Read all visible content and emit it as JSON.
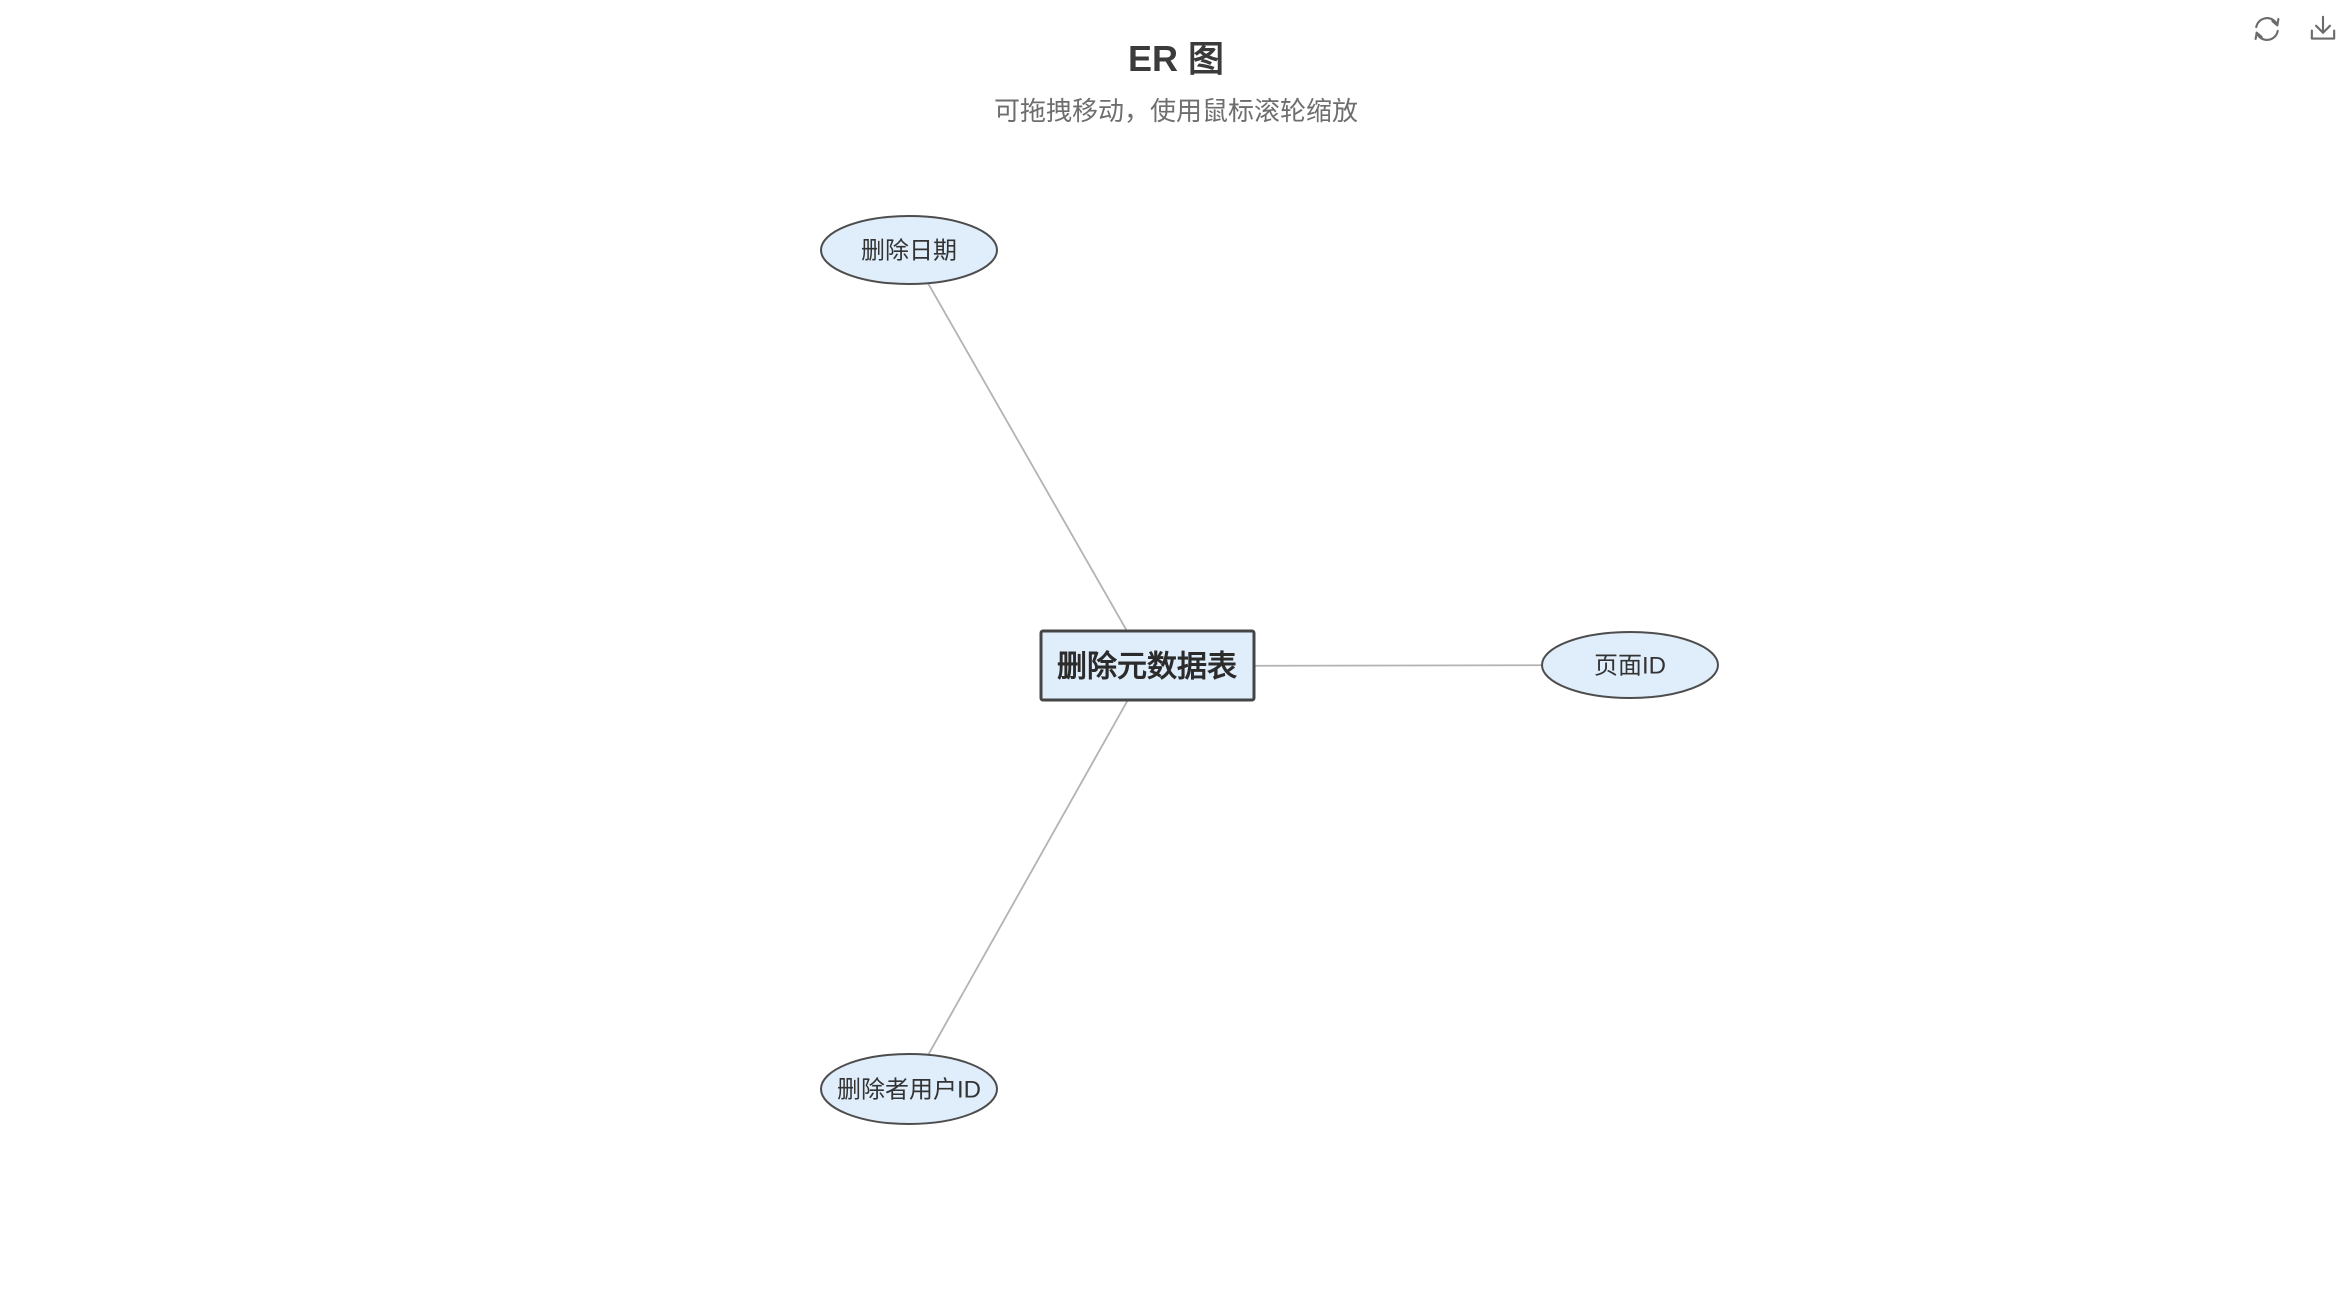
{
  "header": {
    "title": "ER 图",
    "subtitle": "可拖拽移动，使用鼠标滚轮缩放"
  },
  "toolbar": {
    "icons": [
      {
        "name": "refresh-icon"
      },
      {
        "name": "download-icon"
      }
    ]
  },
  "diagram": {
    "type": "entity-relationship",
    "entity": {
      "id": "delete-metadata-table",
      "label": "删除元数据表",
      "shape": "rectangle"
    },
    "attributes": [
      {
        "id": "delete-date",
        "label": "删除日期",
        "shape": "ellipse"
      },
      {
        "id": "page-id",
        "label": "页面ID",
        "shape": "ellipse"
      },
      {
        "id": "deleter-user-id",
        "label": "删除者用户ID",
        "shape": "ellipse"
      }
    ],
    "edges": [
      {
        "from": "delete-metadata-table",
        "to": "delete-date"
      },
      {
        "from": "delete-metadata-table",
        "to": "page-id"
      },
      {
        "from": "delete-metadata-table",
        "to": "deleter-user-id"
      }
    ],
    "colors": {
      "node_fill": "#e0edfb",
      "node_stroke": "#4d4d4d",
      "edge": "#b3b3b3",
      "label": "#333333"
    }
  }
}
